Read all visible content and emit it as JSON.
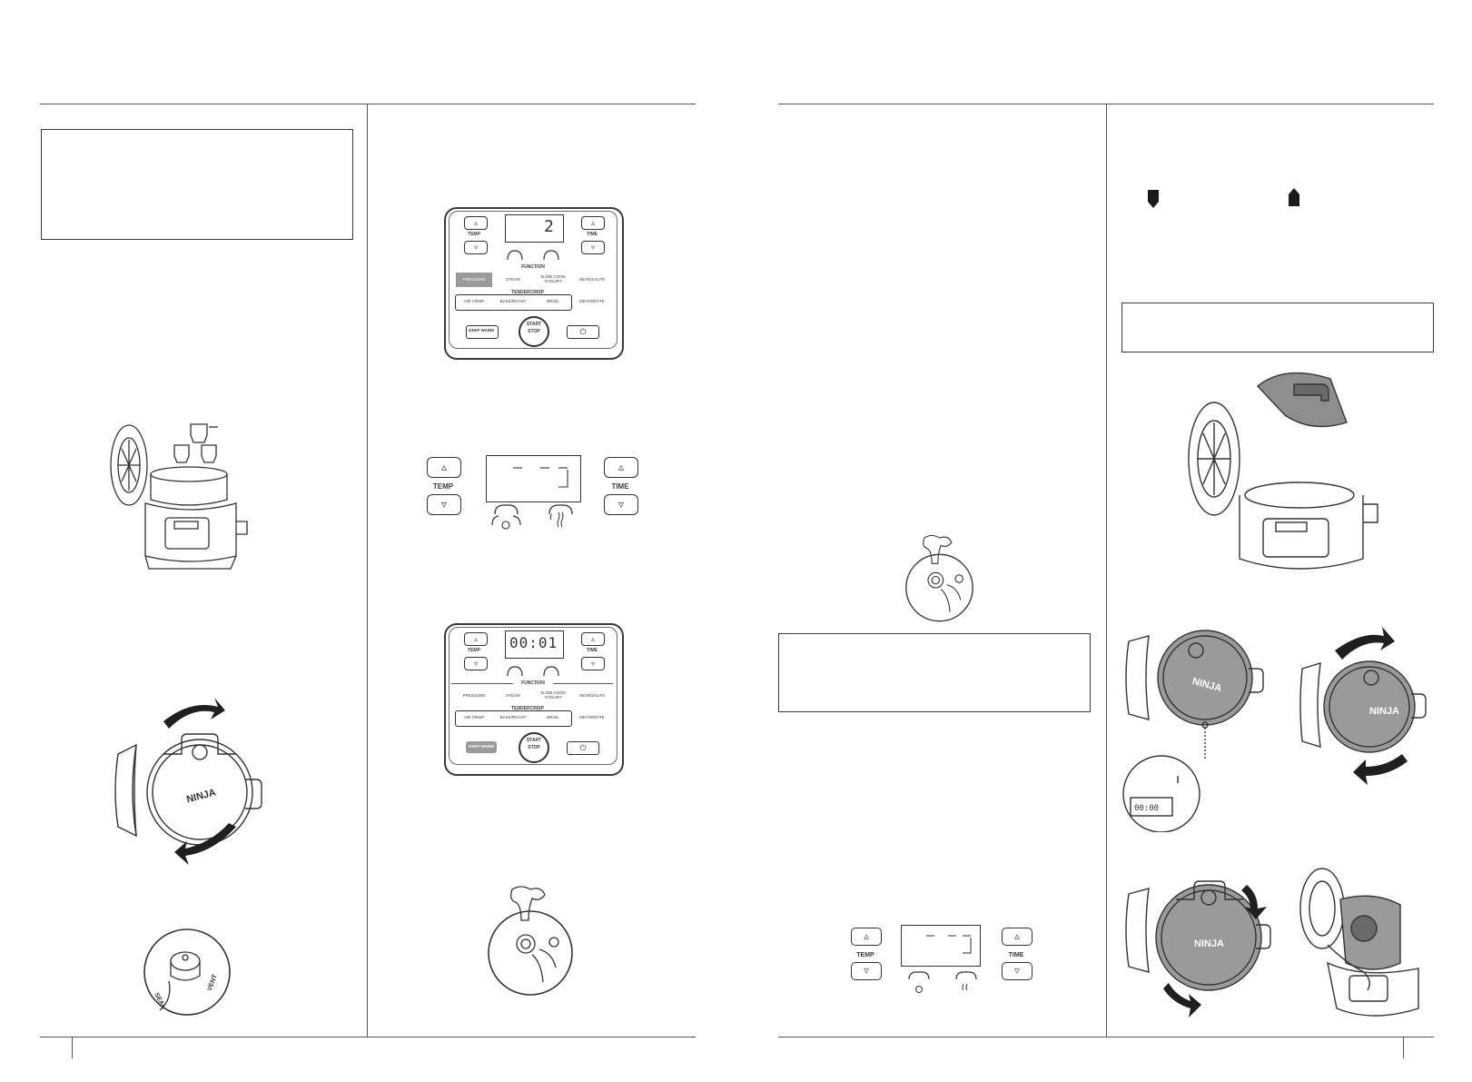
{
  "panel_full": {
    "temp_label": "TEMP",
    "time_label": "TIME",
    "function_label": "FUNCTION",
    "tendercrisp_label": "TENDERCRISP",
    "functions_row1": [
      "PRESSURE",
      "STEAM",
      "SLOW COOK",
      "SEAR/SAUTÉ"
    ],
    "slow_cook_sub": "YOGURT",
    "functions_row2": [
      "AIR CRISP",
      "BAKE/ROAST",
      "BROIL",
      "DEHYDRATE"
    ],
    "keep_warm_label": "KEEP WARM",
    "start_label": "START",
    "stop_label": "STOP",
    "up_icon": "▵",
    "down_icon": "▿",
    "power_icon": "⏻"
  },
  "panel_1": {
    "display": "2",
    "selected_function": "PRESSURE"
  },
  "panel_2": {
    "display": "00:01",
    "selected_button": "KEEP WARM"
  },
  "mini_panel": {
    "temp_label": "TEMP",
    "time_label": "TIME"
  },
  "valve": {
    "seal_label": "SEAL",
    "vent_label": "VENT"
  },
  "lid": {
    "brand": "NINJA"
  },
  "zoom_display": "00:00",
  "colors": {
    "line": "#3a3a3a",
    "highlight": "#9a9a9a",
    "arrow": "#2b2b2b"
  }
}
